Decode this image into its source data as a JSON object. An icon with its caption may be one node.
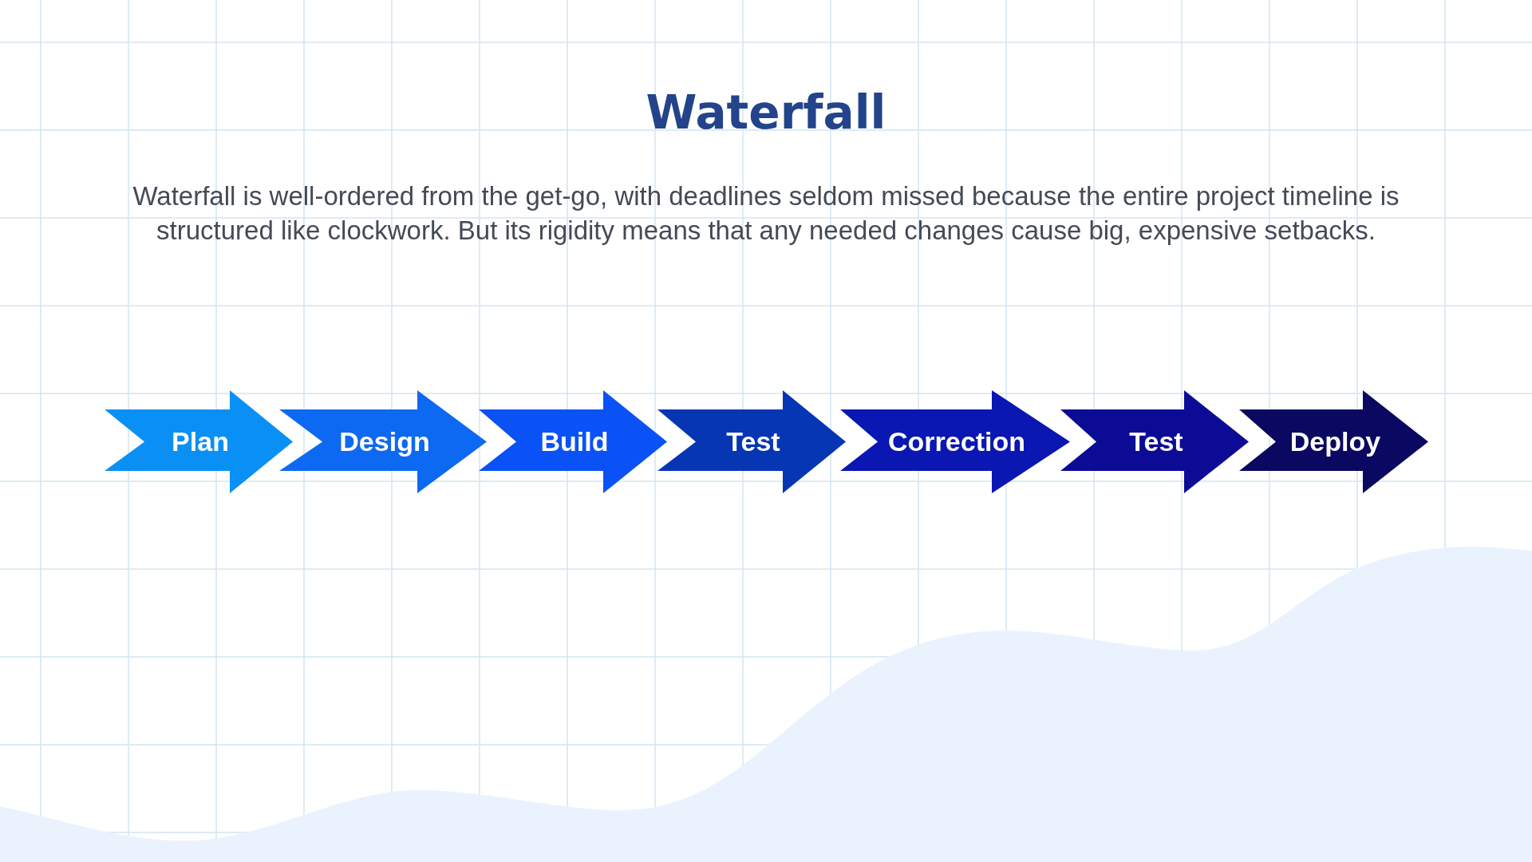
{
  "diagram": {
    "title": "Waterfall",
    "nodes": [
      {
        "text": [
          "Plan"
        ]
      },
      {
        "text": [
          "Design"
        ]
      },
      {
        "text": [
          "Build"
        ]
      },
      {
        "text": [
          "Test"
        ]
      },
      {
        "text": [
          "Correction"
        ]
      },
      {
        "text": [
          "Test"
        ]
      },
      {
        "text": [
          "Deploy"
        ]
      }
    ],
    "labels": [
      "Waterfall is well-ordered from the get-go, with deadlines seldom missed because the entire project timeline is structured like clockwork. But its rigidity means that any needed changes cause big, expensive setbacks."
    ]
  }
}
